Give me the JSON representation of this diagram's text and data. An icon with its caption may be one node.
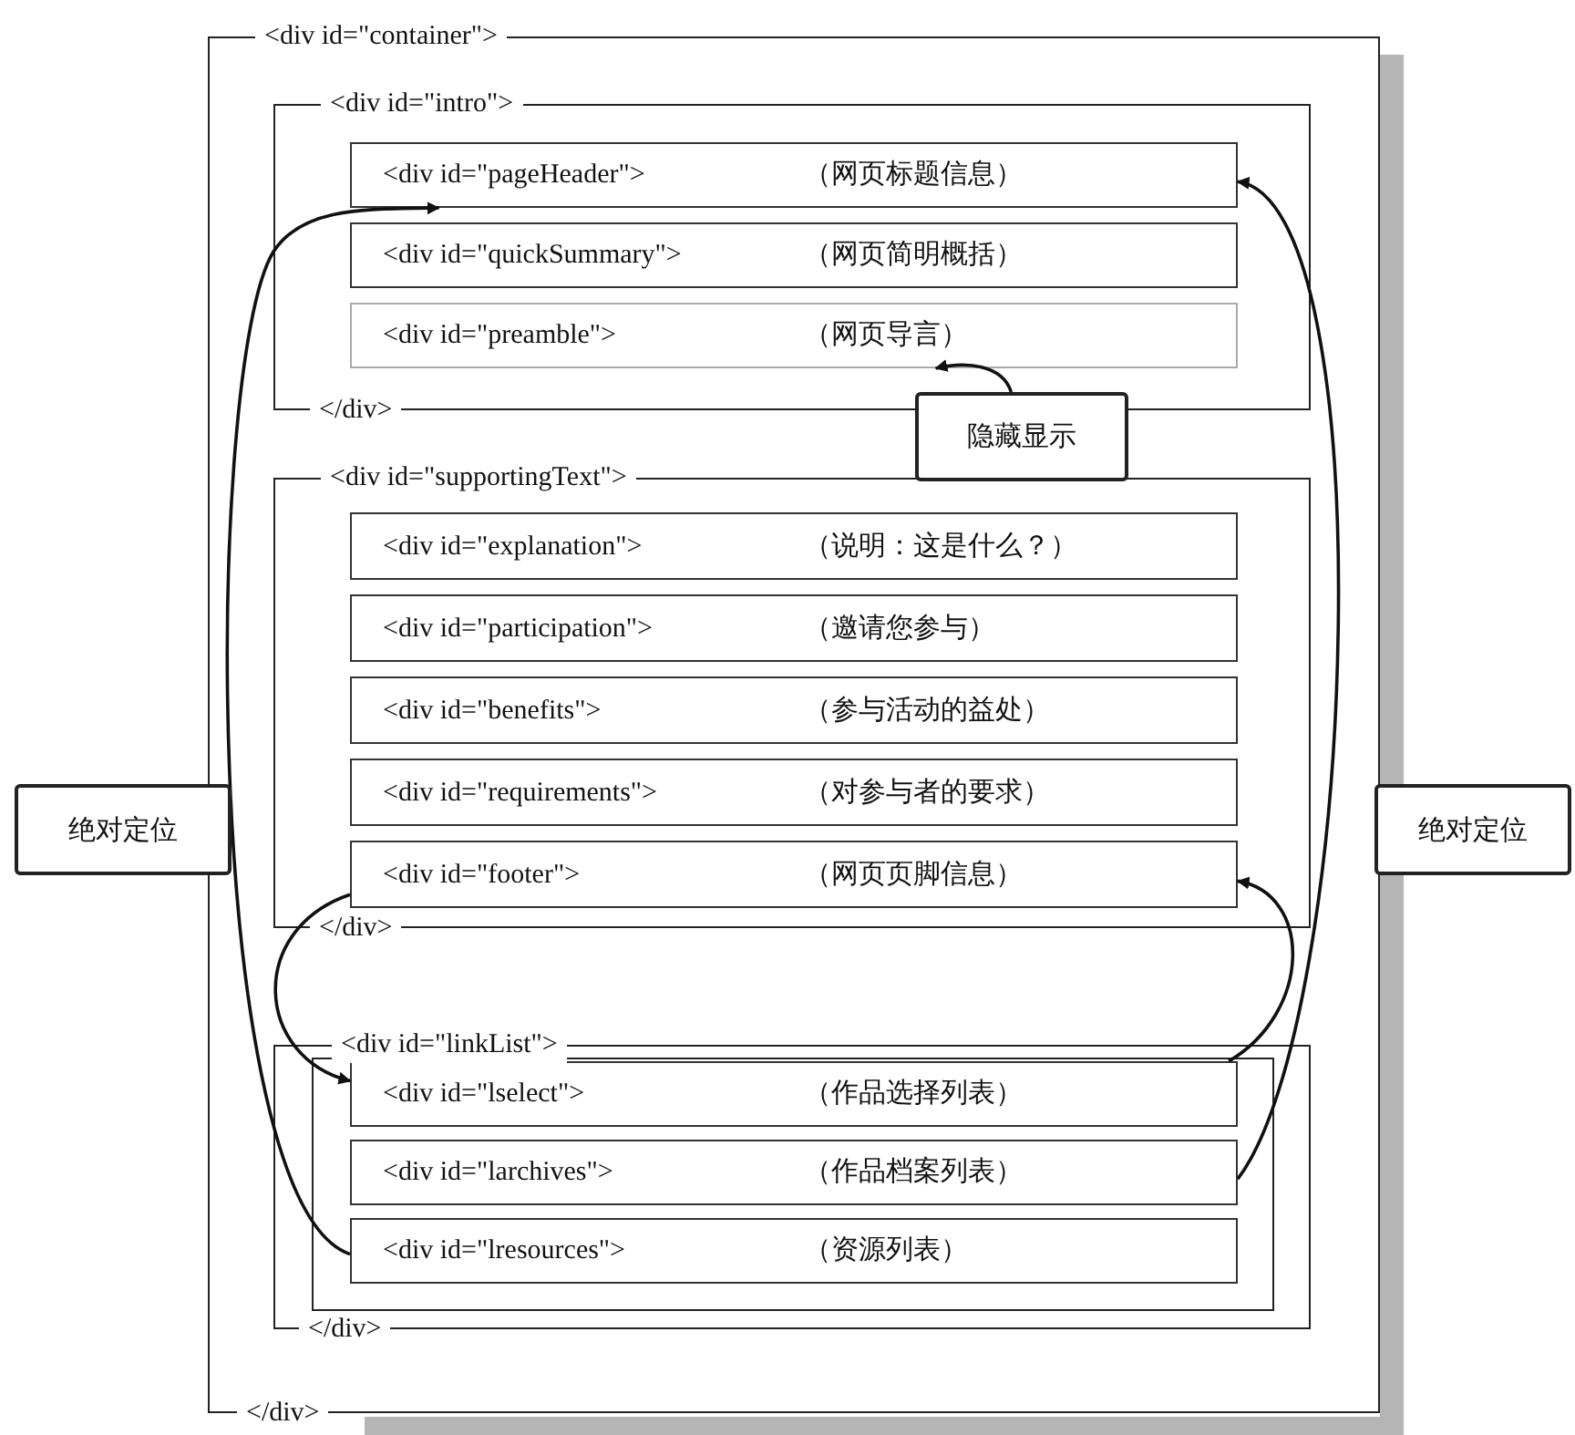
{
  "diagram": {
    "nodes": [
      {
        "text": [
          "<div id=\"container\">",
          "</div>"
        ]
      },
      {
        "text": [
          "<div id=\"intro\">",
          "</div>"
        ],
        "in": 0
      },
      {
        "text": [
          "<div id=\"pageHeader\">",
          "（网页标题信息）"
        ],
        "in": 1
      },
      {
        "text": [
          "<div id=\"quickSummary\">",
          "（网页简明概括）"
        ],
        "in": 1
      },
      {
        "text": [
          "<div id=\"preamble\">",
          "（网页导言）"
        ],
        "in": 1
      },
      {
        "text": [
          "隐藏显示"
        ],
        "in": 0
      },
      {
        "text": [
          "<div id=\"supportingText\">",
          "</div>"
        ],
        "in": 0
      },
      {
        "text": [
          "<div id=\"explanation\">",
          "（说明：这是什么？）"
        ],
        "in": 6
      },
      {
        "text": [
          "<div id=\"participation\">",
          "（邀请您参与）"
        ],
        "in": 6
      },
      {
        "text": [
          "<div id=\"benefits\">",
          "（参与活动的益处）"
        ],
        "in": 6
      },
      {
        "text": [
          "<div id=\"requirements\">",
          "（对参与者的要求）"
        ],
        "in": 6
      },
      {
        "text": [
          "绝对定位"
        ]
      },
      {
        "text": [
          "绝对定位"
        ]
      },
      {
        "text": [
          "<div id=\"footer\">",
          "（网页页脚信息）"
        ],
        "in": 6
      },
      {
        "text": [
          "<div id=\"linkList\">",
          "</div>"
        ],
        "in": 0
      },
      {
        "text": [
          "<div id=\"lselect\">",
          "（作品选择列表）"
        ],
        "in": 14
      },
      {
        "text": [
          "<div id=\"larchives\">",
          "（作品档案列表）"
        ],
        "in": 14
      },
      {
        "text": [
          "<div id=\"lresources\">",
          "（资源列表）"
        ],
        "in": 14
      }
    ],
    "edges": [
      {
        "from": 5,
        "to": 4,
        "arrow": "to"
      },
      {
        "from": 17,
        "to": 2,
        "arrow": "to"
      },
      {
        "from": 13,
        "to": 15,
        "arrow": "to"
      },
      {
        "from": 16,
        "to": 2,
        "arrow": "to"
      },
      {
        "from": 15,
        "to": 13,
        "arrow": "to"
      }
    ]
  }
}
